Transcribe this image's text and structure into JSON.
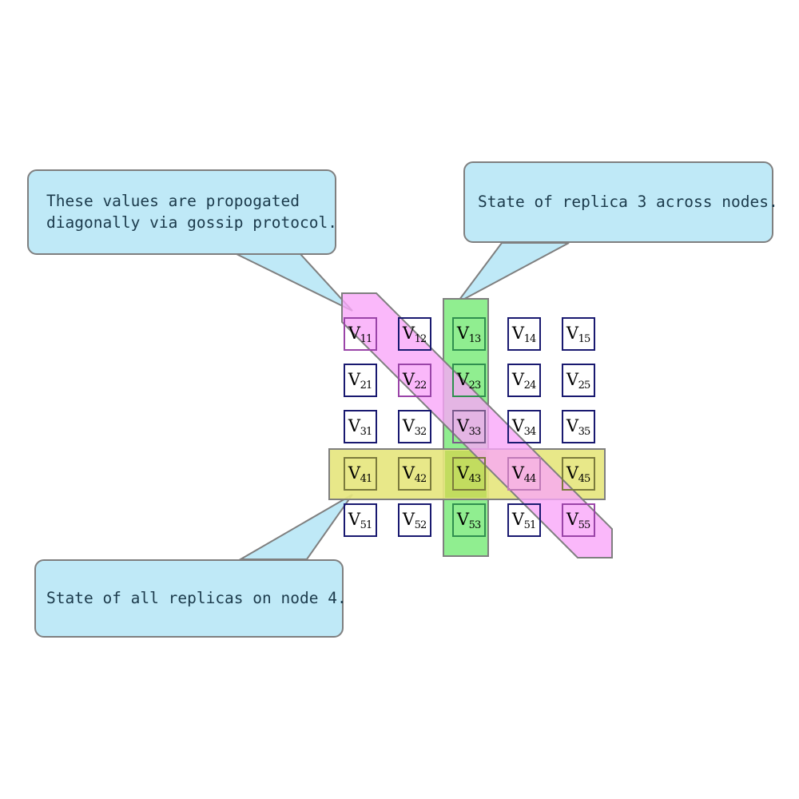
{
  "diagram": {
    "title": "Replica state grid with gossip propagation",
    "colors": {
      "callout_fill": "#bfe9f7",
      "callout_border": "#7f7f7f",
      "callout_text": "#1b3a4b",
      "cell_border": "#191970",
      "column_highlight": "#90ee90",
      "row_highlight": "#e6e67f",
      "diagonal_highlight": "#f9a6f9",
      "band_border": "#7f7f7f",
      "overlap_column_diagonal": "#c9a3d4",
      "overlap_row_column": "#c2dc5f",
      "overlap_row_diagonal": "#eea8c4"
    }
  },
  "callouts": [
    {
      "id": "gossip",
      "name": "callout-gossip",
      "text": "These values are propogated\ndiagonally via gossip protocol.",
      "points_to": "V11"
    },
    {
      "id": "replica",
      "name": "callout-replica",
      "text": "State of replica 3 across nodes.",
      "points_to": "V13"
    },
    {
      "id": "node",
      "name": "callout-node",
      "text": "State of all replicas on node 4.",
      "points_to": "V41"
    }
  ],
  "highlights": [
    {
      "id": "column-3",
      "label": "State of replica 3 across nodes.",
      "kind": "column",
      "index": 3,
      "color": "#90ee90"
    },
    {
      "id": "row-4",
      "label": "State of all replicas on node 4.",
      "kind": "row",
      "index": 4,
      "color": "#e6e67f"
    },
    {
      "id": "diagonal",
      "label": "These values are propogated diagonally via gossip protocol.",
      "kind": "diagonal",
      "color": "#f9a6f9"
    }
  ],
  "grid": {
    "rows": 5,
    "cols": 5,
    "cells": [
      [
        {
          "label": "V",
          "sub": "11",
          "highlight": "diagonal"
        },
        {
          "label": "V",
          "sub": "12",
          "highlight": "none"
        },
        {
          "label": "V",
          "sub": "13",
          "highlight": "column"
        },
        {
          "label": "V",
          "sub": "14",
          "highlight": "none"
        },
        {
          "label": "V",
          "sub": "15",
          "highlight": "none"
        }
      ],
      [
        {
          "label": "V",
          "sub": "21",
          "highlight": "none"
        },
        {
          "label": "V",
          "sub": "22",
          "highlight": "diagonal"
        },
        {
          "label": "V",
          "sub": "23",
          "highlight": "column"
        },
        {
          "label": "V",
          "sub": "24",
          "highlight": "none"
        },
        {
          "label": "V",
          "sub": "25",
          "highlight": "none"
        }
      ],
      [
        {
          "label": "V",
          "sub": "31",
          "highlight": "none"
        },
        {
          "label": "V",
          "sub": "32",
          "highlight": "none"
        },
        {
          "label": "V",
          "sub": "33",
          "highlight": "column-diagonal"
        },
        {
          "label": "V",
          "sub": "34",
          "highlight": "none"
        },
        {
          "label": "V",
          "sub": "35",
          "highlight": "none"
        }
      ],
      [
        {
          "label": "V",
          "sub": "41",
          "highlight": "row"
        },
        {
          "label": "V",
          "sub": "42",
          "highlight": "row"
        },
        {
          "label": "V",
          "sub": "43",
          "highlight": "row-column"
        },
        {
          "label": "V",
          "sub": "44",
          "highlight": "row-diagonal"
        },
        {
          "label": "V",
          "sub": "45",
          "highlight": "row"
        }
      ],
      [
        {
          "label": "V",
          "sub": "51",
          "highlight": "none"
        },
        {
          "label": "V",
          "sub": "52",
          "highlight": "none"
        },
        {
          "label": "V",
          "sub": "53",
          "highlight": "column"
        },
        {
          "label": "V",
          "sub": "51",
          "highlight": "none"
        },
        {
          "label": "V",
          "sub": "55",
          "highlight": "diagonal"
        }
      ]
    ]
  }
}
